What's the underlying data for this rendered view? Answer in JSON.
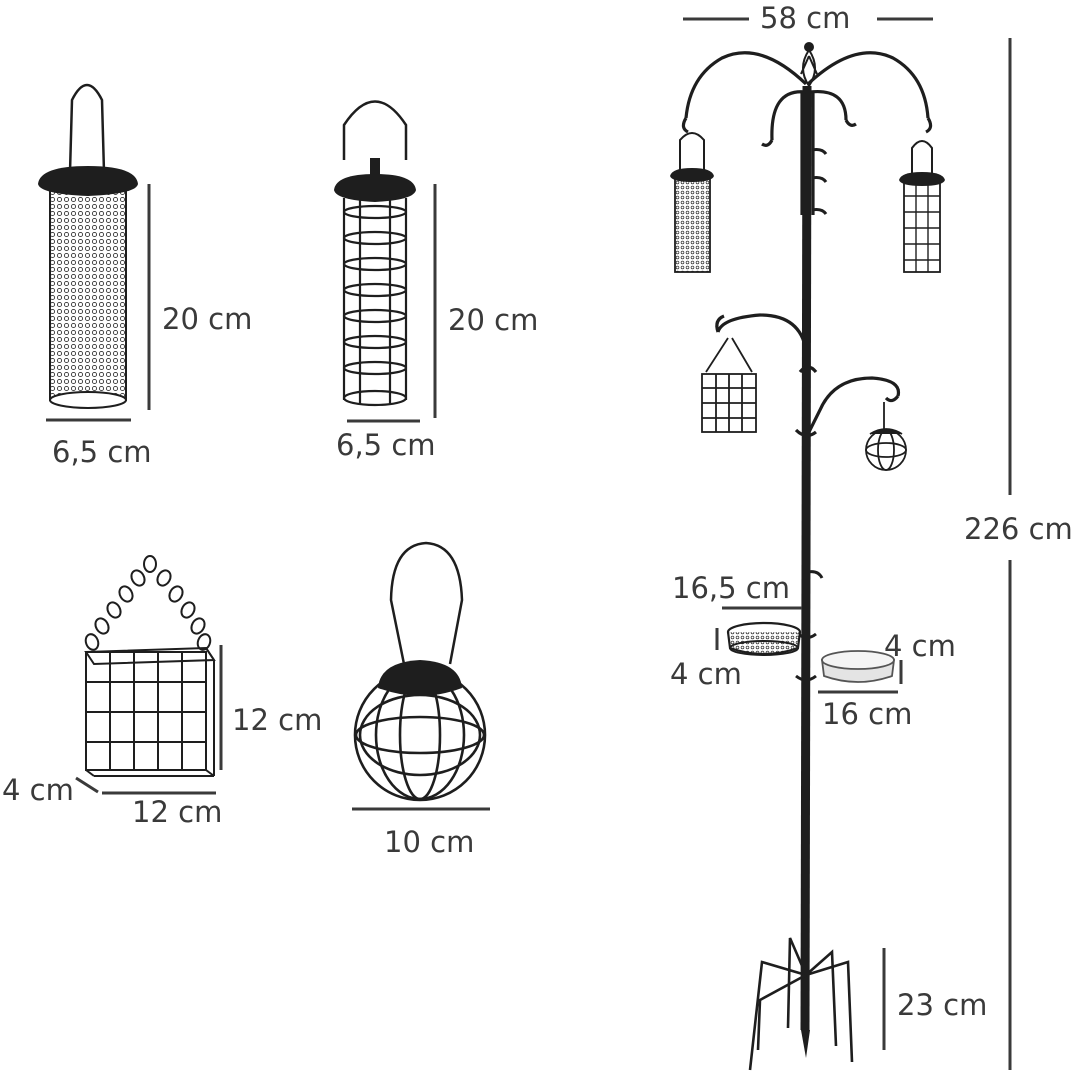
{
  "colors": {
    "metal": "#1e1e1e",
    "dimension_line": "#3a3a3a",
    "label": "#3a3a3a",
    "dish_fill": "#e4e4e4"
  },
  "feeders": {
    "mesh_tube": {
      "height_label": "20 cm",
      "width_label": "6,5 cm"
    },
    "cage_tube": {
      "height_label": "20 cm",
      "width_label": "6,5 cm"
    },
    "suet_cage": {
      "height_label": "12 cm",
      "width_label": "12 cm",
      "depth_label": "4 cm"
    },
    "ball_feeder": {
      "width_label": "10 cm"
    }
  },
  "pole": {
    "width_label": "58 cm",
    "height_label": "226 cm",
    "stake_label": "23 cm",
    "mesh_tray": {
      "width_label": "16,5 cm",
      "depth_label": "4 cm"
    },
    "water_dish": {
      "width_label": "16 cm",
      "depth_label": "4 cm"
    }
  }
}
